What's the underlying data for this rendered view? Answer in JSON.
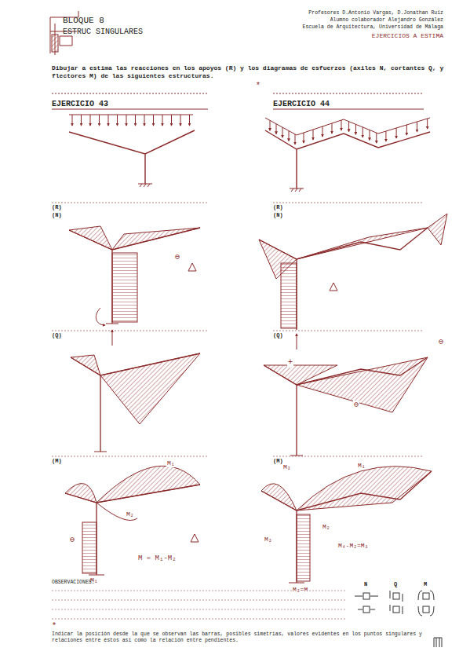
{
  "diagram": {
    "title": "BLOQUE 8",
    "labels": [
      "ESTRUC SINGULARES",
      "Profesores D.Antonio Vargas, D.Jonathan Ruiz",
      "Alumno colaborador Alejandro González",
      "Escuela de Arquitectura, Universidad de Málaga",
      "EJERCICIOS A ESTIMA",
      "Dibujar a estima las reacciones en los apoyos (R) y los diagramas de esfuerzos (axiles N, cortantes Q, y flectores M) de las siguientes estructuras.",
      "*",
      "EJERCICIO 43",
      "EJERCICIO 44",
      "(R)",
      "(N)",
      "(R)",
      "(N)",
      "(Q)",
      "(Q)",
      "(M)",
      "(M)",
      "M₁",
      "M₂",
      "M₁",
      "M = M₁-M₂",
      "M₃",
      "M₁",
      "M₂",
      "M₄-M₂=M₃",
      "M₃",
      "M₃=M",
      "⊖",
      "+",
      "⊖",
      "⊖",
      "⊖",
      "OBSERVACIONES:",
      "N",
      "Q",
      "M",
      "*",
      "Indicar la posición desde la que se observan las barras, posibles simetrías, valores evidentes en los puntos singulares y relaciones entre éstos así como la relación entre pendientes."
    ]
  }
}
